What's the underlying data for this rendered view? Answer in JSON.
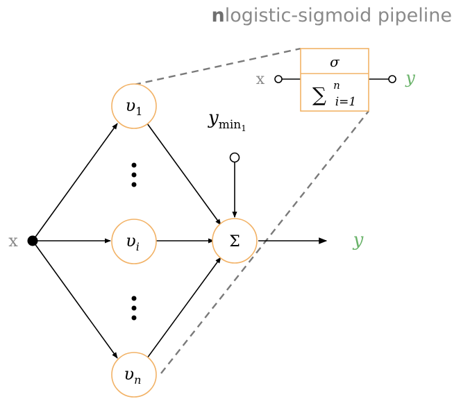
{
  "title": {
    "bold": "n",
    "rest": "logistic-sigmoid pipeline"
  },
  "input_label": "x",
  "output_label": "y",
  "nodes": {
    "top": {
      "base": "υ",
      "sub": "1"
    },
    "middle": {
      "base": "υ",
      "sub": "i"
    },
    "bottom": {
      "base": "υ",
      "sub": "n"
    }
  },
  "sum_symbol": "Σ",
  "bias_label": {
    "base": "y",
    "sub": "min",
    "subsub": "1"
  },
  "detail_box": {
    "input_label": "x",
    "output_label": "y",
    "top_cell": "σ",
    "bottom_cell": {
      "sum": "∑",
      "upper": "n",
      "lower": "i=1"
    }
  },
  "colors": {
    "node_stroke": "#f2b266",
    "output_green": "#6ab36a",
    "grey_text": "#8a8a8a",
    "dashed_grey": "#7a7a7a"
  }
}
